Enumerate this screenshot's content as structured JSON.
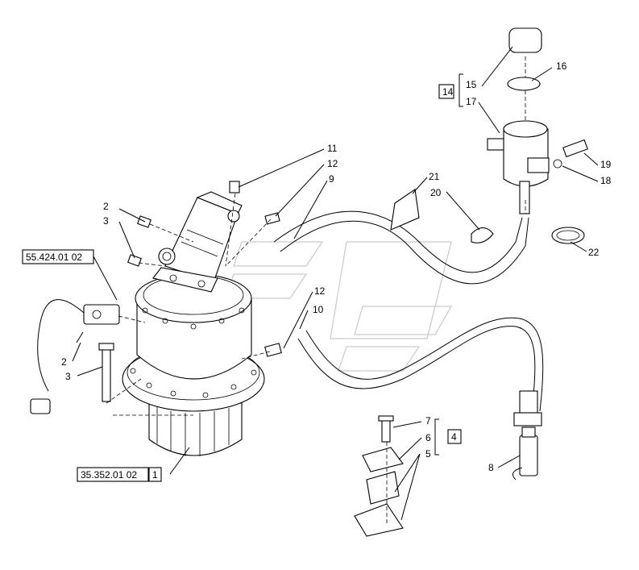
{
  "callouts": [
    {
      "id": "c2a",
      "label": "2"
    },
    {
      "id": "c3a",
      "label": "3"
    },
    {
      "id": "c11",
      "label": "11"
    },
    {
      "id": "c12a",
      "label": "12"
    },
    {
      "id": "c9",
      "label": "9"
    },
    {
      "id": "c12b",
      "label": "12"
    },
    {
      "id": "c10",
      "label": "10"
    },
    {
      "id": "c2b",
      "label": "2"
    },
    {
      "id": "c3b",
      "label": "3"
    },
    {
      "id": "c15",
      "label": "15"
    },
    {
      "id": "c16",
      "label": "16"
    },
    {
      "id": "c17",
      "label": "17"
    },
    {
      "id": "c19",
      "label": "19"
    },
    {
      "id": "c18",
      "label": "18"
    },
    {
      "id": "c21",
      "label": "21"
    },
    {
      "id": "c20",
      "label": "20"
    },
    {
      "id": "c22",
      "label": "22"
    },
    {
      "id": "c7",
      "label": "7"
    },
    {
      "id": "c6",
      "label": "6"
    },
    {
      "id": "c5",
      "label": "5"
    },
    {
      "id": "c8",
      "label": "8"
    }
  ],
  "boxed": {
    "group14": "14",
    "group4": "4",
    "group1": "1"
  },
  "references": {
    "ref_top": "55.424.01 02",
    "ref_bottom": "35.352.01 02"
  }
}
